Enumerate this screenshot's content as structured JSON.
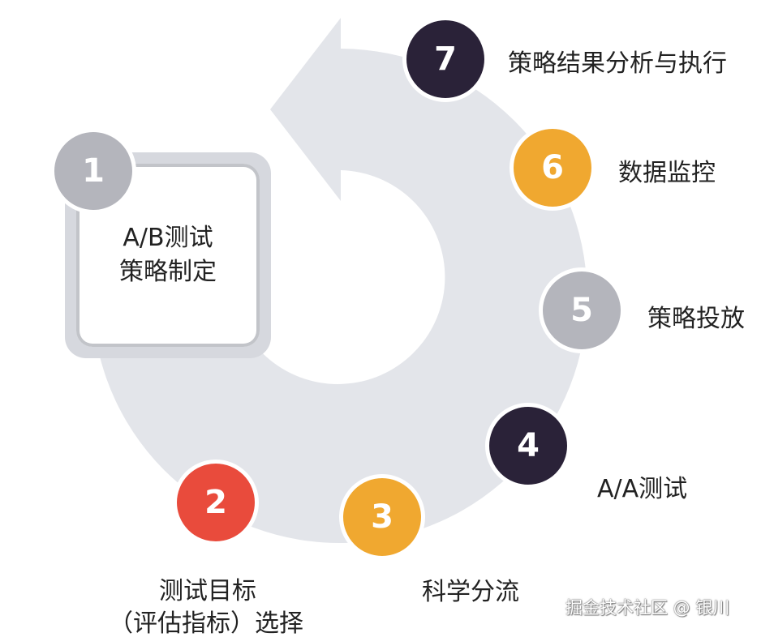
{
  "steps": [
    {
      "number": "1",
      "label_lines": [
        "A/B测试",
        "策略制定"
      ],
      "color": "#b4b5bc"
    },
    {
      "number": "2",
      "label_lines": [
        "测试目标",
        "（评估指标）选择"
      ],
      "color": "#e94b3c"
    },
    {
      "number": "3",
      "label": "科学分流",
      "color": "#f0a830"
    },
    {
      "number": "4",
      "label": "A/A测试",
      "color": "#2a2238"
    },
    {
      "number": "5",
      "label": "策略投放",
      "color": "#b4b5bc"
    },
    {
      "number": "6",
      "label": "数据监控",
      "color": "#f0a830"
    },
    {
      "number": "7",
      "label": "策略结果分析与执行",
      "color": "#2a2238"
    }
  ],
  "watermark": "掘金技术社区 @ 银川",
  "colors": {
    "ring": "#e3e5ea",
    "box_border": "#d6d8de"
  }
}
